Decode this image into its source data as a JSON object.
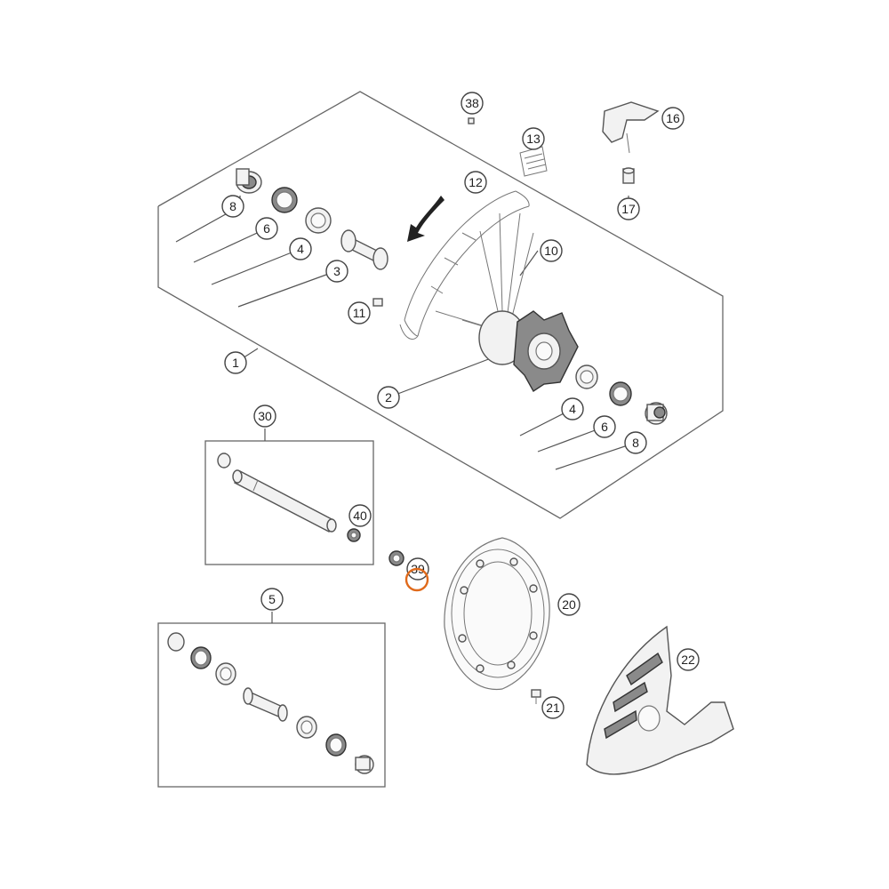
{
  "callouts": {
    "c1": "1",
    "c2": "2",
    "c3a": "3",
    "c4a": "4",
    "c4b": "4",
    "c5": "5",
    "c6a": "6",
    "c6b": "6",
    "c8a": "8",
    "c8b": "8",
    "c10": "10",
    "c11": "11",
    "c12": "12",
    "c13": "13",
    "c16": "16",
    "c17": "17",
    "c20": "20",
    "c21": "21",
    "c22": "22",
    "c30": "30",
    "c38": "38",
    "c39": "39",
    "c40": "40"
  },
  "highlight": {
    "target_callout": "39",
    "color": "#e06a1b"
  },
  "colors": {
    "line": "#555555",
    "part_fill": "#f2f2f2",
    "hub_dark": "#8a8a8a"
  },
  "icons": {
    "rotation_arrow": "direction-arrow-icon"
  }
}
